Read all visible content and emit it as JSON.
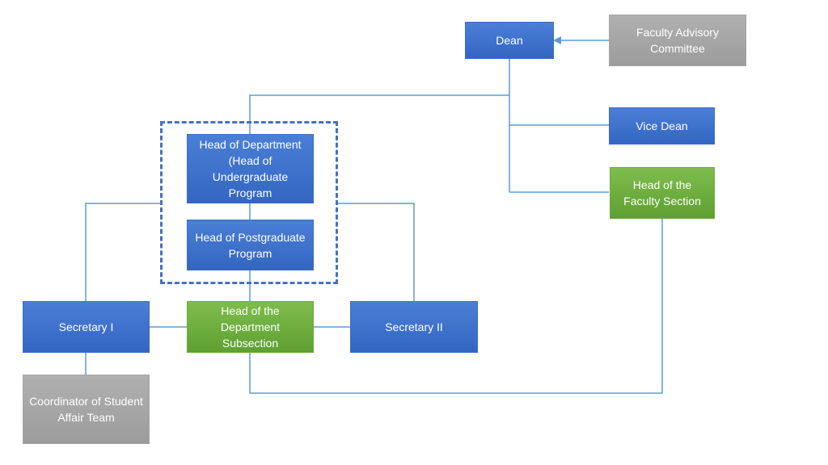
{
  "nodes": {
    "dean": "Dean",
    "faculty_advisory": "Faculty Advisory Committee",
    "vice_dean": "Vice Dean",
    "head_faculty_section": "Head of the Faculty Section",
    "head_department": "Head of Department (Head of Undergraduate Program",
    "head_postgraduate": "Head of Postgraduate Program",
    "secretary_1": "Secretary I",
    "secretary_2": "Secretary II",
    "head_dept_subsection": "Head of the Department Subsection",
    "coordinator": "Coordinator of Student Affair Team"
  },
  "colors": {
    "blue": "#4472c4",
    "green": "#70ad47",
    "gray": "#a5a5a5",
    "connector": "#5b9bd5"
  }
}
